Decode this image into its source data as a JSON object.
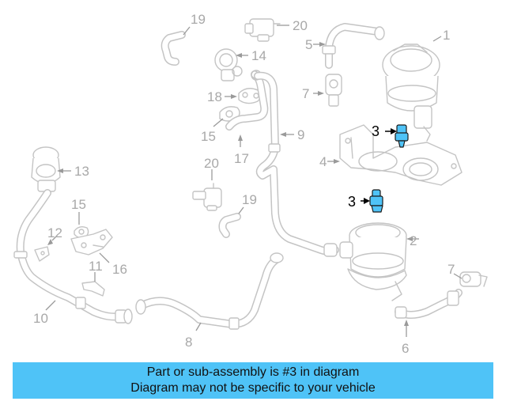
{
  "callouts": {
    "c1": "1",
    "c2": "2",
    "c3a": "3",
    "c3b": "3",
    "c4": "4",
    "c5": "5",
    "c6": "6",
    "c7a": "7",
    "c7b": "7",
    "c8": "8",
    "c9": "9",
    "c10": "10",
    "c11": "11",
    "c12": "12",
    "c13": "13",
    "c14": "14",
    "c15a": "15",
    "c15b": "15",
    "c16": "16",
    "c17": "17",
    "c18": "18",
    "c19a": "19",
    "c19b": "19",
    "c20a": "20",
    "c20b": "20"
  },
  "highlight_color": "#4fc3f7",
  "banner": {
    "line1": "Part or sub-assembly is #3 in diagram",
    "line2": "Diagram may not be specific to your vehicle"
  }
}
